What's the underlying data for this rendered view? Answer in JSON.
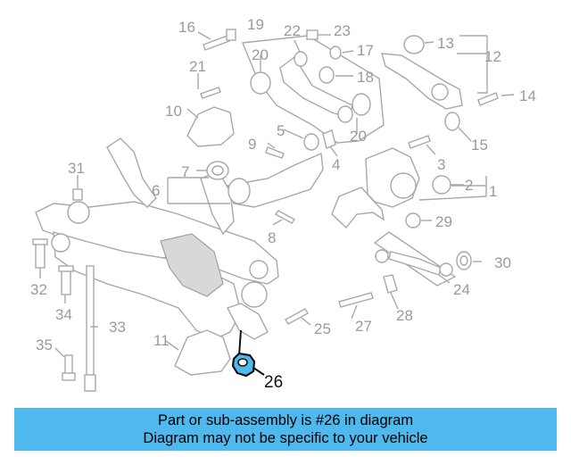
{
  "diagram": {
    "highlight_color": "#4fb9ee",
    "highlight_part": "26",
    "labels": [
      {
        "id": "1",
        "text": "1"
      },
      {
        "id": "2",
        "text": "2"
      },
      {
        "id": "3",
        "text": "3"
      },
      {
        "id": "4",
        "text": "4"
      },
      {
        "id": "5",
        "text": "5"
      },
      {
        "id": "6",
        "text": "6"
      },
      {
        "id": "7",
        "text": "7"
      },
      {
        "id": "8",
        "text": "8"
      },
      {
        "id": "9",
        "text": "9"
      },
      {
        "id": "10",
        "text": "10"
      },
      {
        "id": "11",
        "text": "11"
      },
      {
        "id": "12",
        "text": "12"
      },
      {
        "id": "13",
        "text": "13"
      },
      {
        "id": "14",
        "text": "14"
      },
      {
        "id": "15",
        "text": "15"
      },
      {
        "id": "16",
        "text": "16"
      },
      {
        "id": "17",
        "text": "17"
      },
      {
        "id": "18",
        "text": "18"
      },
      {
        "id": "19",
        "text": "19"
      },
      {
        "id": "20a",
        "text": "20"
      },
      {
        "id": "20b",
        "text": "20"
      },
      {
        "id": "21",
        "text": "21"
      },
      {
        "id": "22",
        "text": "22"
      },
      {
        "id": "23",
        "text": "23"
      },
      {
        "id": "24",
        "text": "24"
      },
      {
        "id": "25",
        "text": "25"
      },
      {
        "id": "26",
        "text": "26"
      },
      {
        "id": "27",
        "text": "27"
      },
      {
        "id": "28",
        "text": "28"
      },
      {
        "id": "29",
        "text": "29"
      },
      {
        "id": "30",
        "text": "30"
      },
      {
        "id": "31",
        "text": "31"
      },
      {
        "id": "32",
        "text": "32"
      },
      {
        "id": "33",
        "text": "33"
      },
      {
        "id": "34",
        "text": "34"
      },
      {
        "id": "35",
        "text": "35"
      }
    ]
  },
  "banner": {
    "line1": "Part or sub-assembly is #26 in diagram",
    "line2": "Diagram may not be specific to your vehicle",
    "background": "#4fb9ee"
  }
}
